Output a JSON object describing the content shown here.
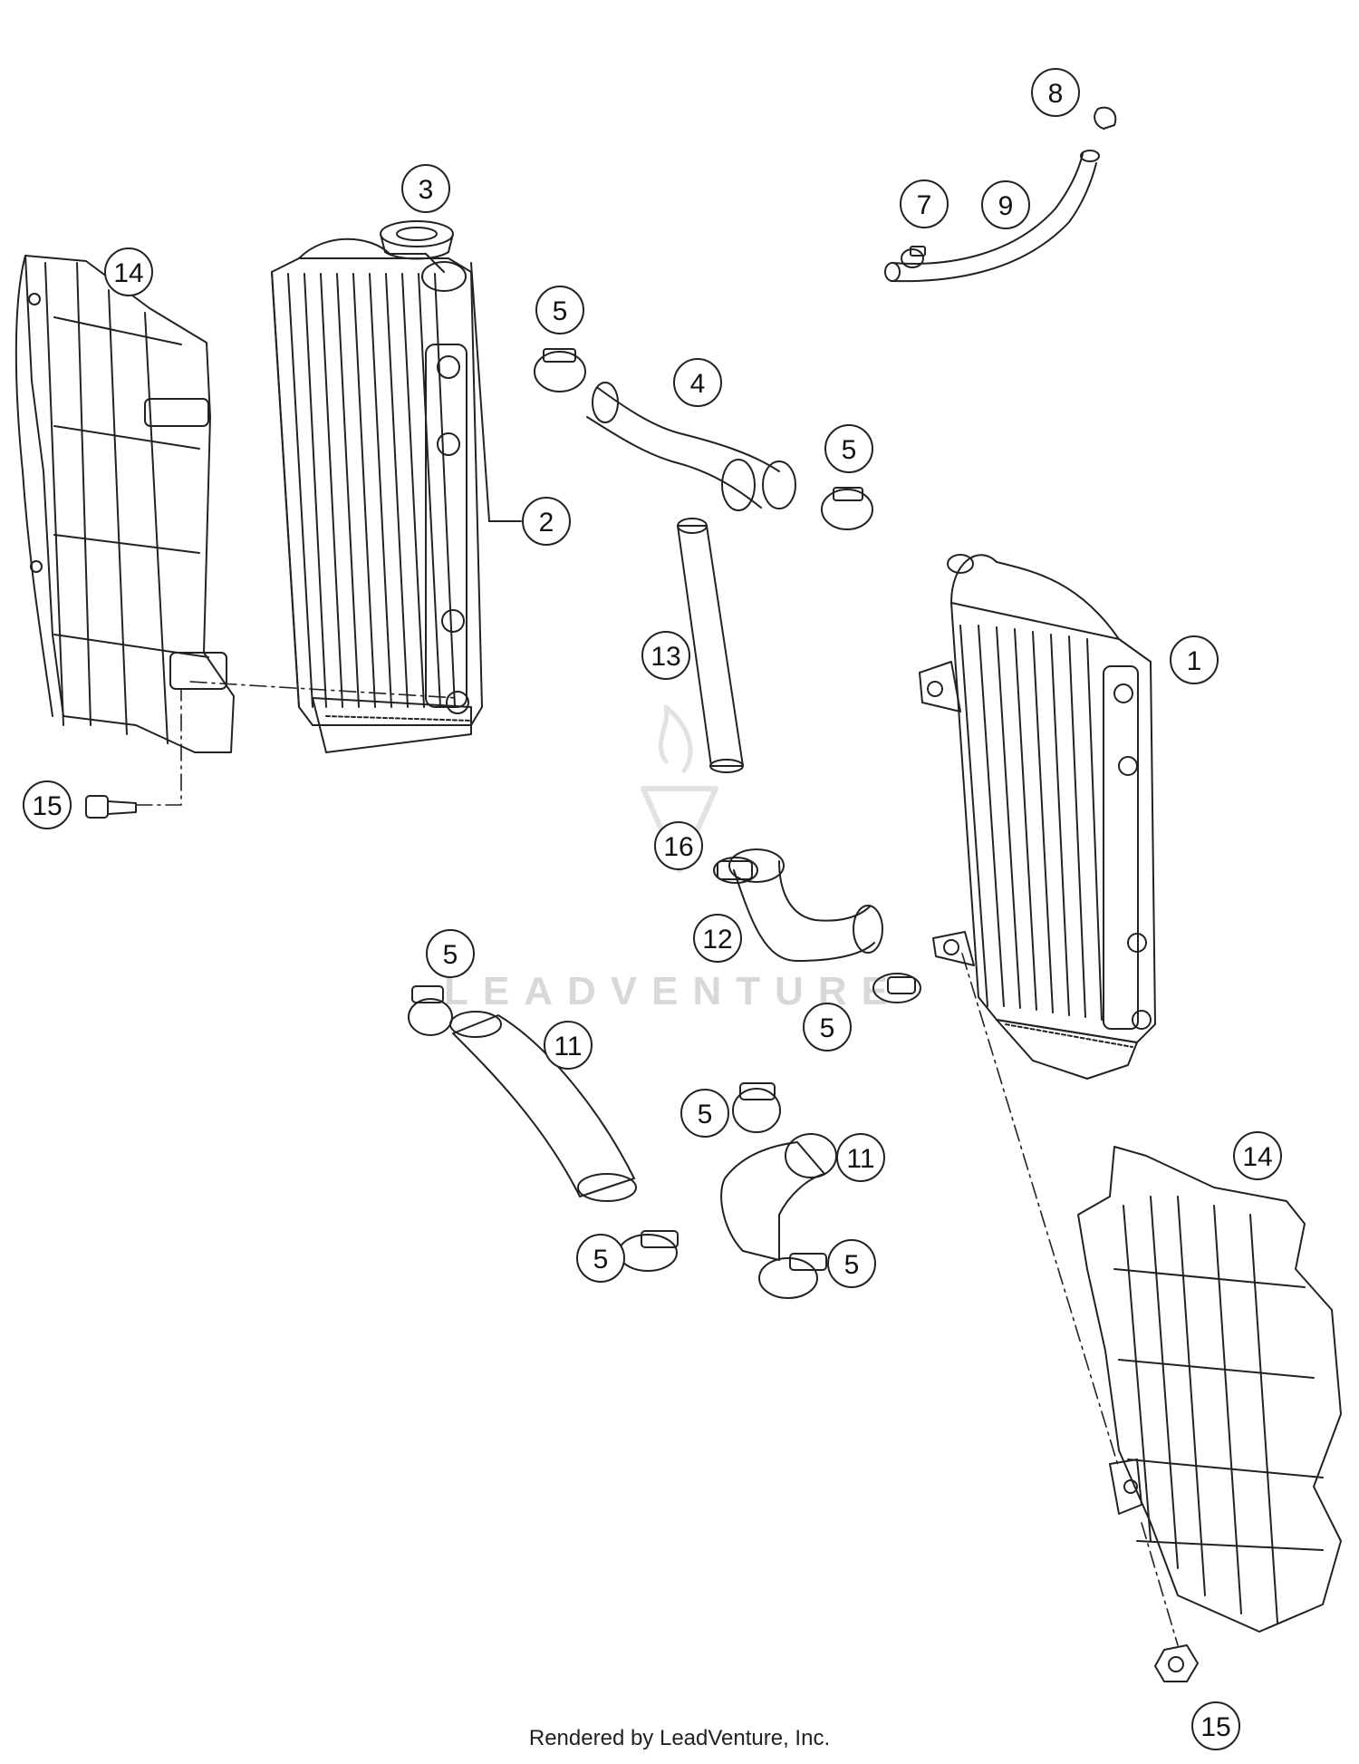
{
  "watermark": {
    "text": "LEADVENTURE"
  },
  "footer": {
    "credit": "Rendered by LeadVenture, Inc."
  },
  "callouts": [
    {
      "id": "c1",
      "label": "1"
    },
    {
      "id": "c2",
      "label": "2"
    },
    {
      "id": "c3",
      "label": "3"
    },
    {
      "id": "c4",
      "label": "4"
    },
    {
      "id": "c5a",
      "label": "5"
    },
    {
      "id": "c5b",
      "label": "5"
    },
    {
      "id": "c5c",
      "label": "5"
    },
    {
      "id": "c5d",
      "label": "5"
    },
    {
      "id": "c5e",
      "label": "5"
    },
    {
      "id": "c5f",
      "label": "5"
    },
    {
      "id": "c5g",
      "label": "5"
    },
    {
      "id": "c7",
      "label": "7"
    },
    {
      "id": "c8",
      "label": "8"
    },
    {
      "id": "c9",
      "label": "9"
    },
    {
      "id": "c11a",
      "label": "11"
    },
    {
      "id": "c11b",
      "label": "11"
    },
    {
      "id": "c12",
      "label": "12"
    },
    {
      "id": "c13",
      "label": "13"
    },
    {
      "id": "c14a",
      "label": "14"
    },
    {
      "id": "c14b",
      "label": "14"
    },
    {
      "id": "c15a",
      "label": "15"
    },
    {
      "id": "c15b",
      "label": "15"
    },
    {
      "id": "c16",
      "label": "16"
    }
  ]
}
